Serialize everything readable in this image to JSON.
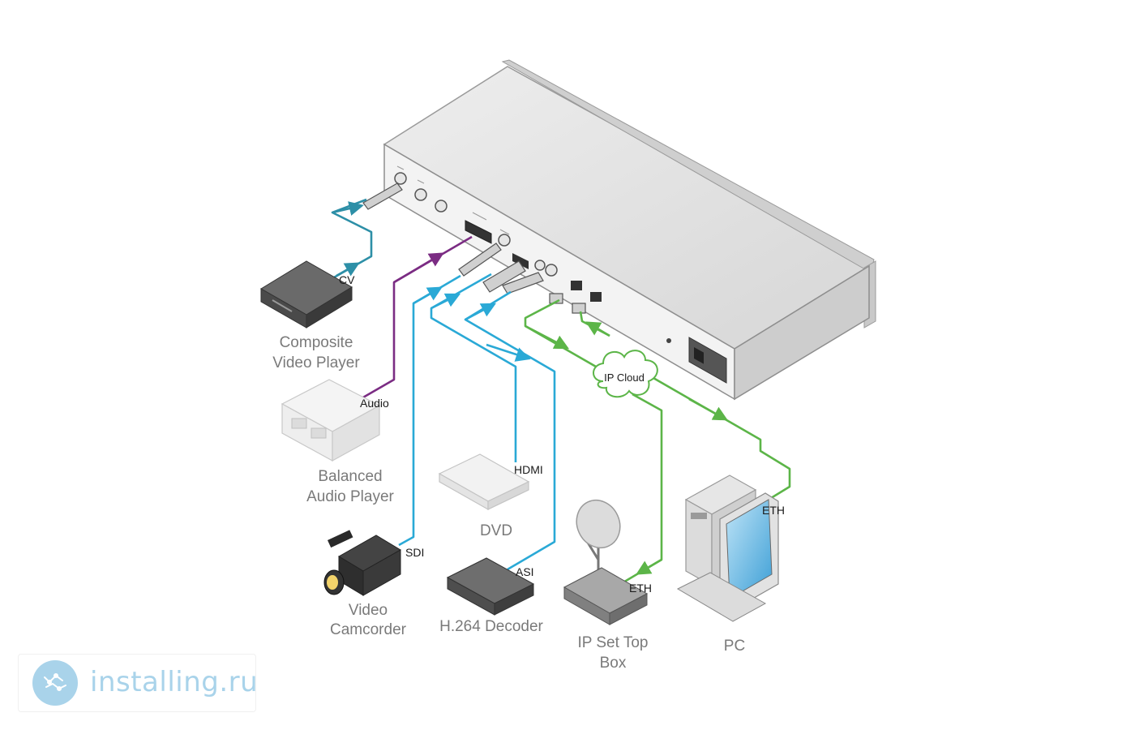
{
  "devices": {
    "composite": {
      "line1": "Composite",
      "line2": "Video Player"
    },
    "balanced": {
      "line1": "Balanced",
      "line2": "Audio Player"
    },
    "dvd": {
      "line1": "DVD"
    },
    "camcorder": {
      "line1": "Video",
      "line2": "Camcorder"
    },
    "decoder": {
      "line1": "H.264 Decoder"
    },
    "settop": {
      "line1": "IP Set Top",
      "line2": "Box"
    },
    "pc": {
      "line1": "PC"
    }
  },
  "wires": {
    "cv": "CV",
    "audio": "Audio",
    "hdmi": "HDMI",
    "sdi": "SDI",
    "asi": "ASI",
    "eth_settop": "ETH",
    "eth_pc": "ETH"
  },
  "cloud": {
    "label": "IP Cloud"
  },
  "watermark": {
    "text": "installing.ru"
  },
  "colors": {
    "cyan": "#2aa9d6",
    "purple": "#7b2c83",
    "green": "#5cb548",
    "teal": "#2d8fa7",
    "label": "#7a7a7a"
  }
}
